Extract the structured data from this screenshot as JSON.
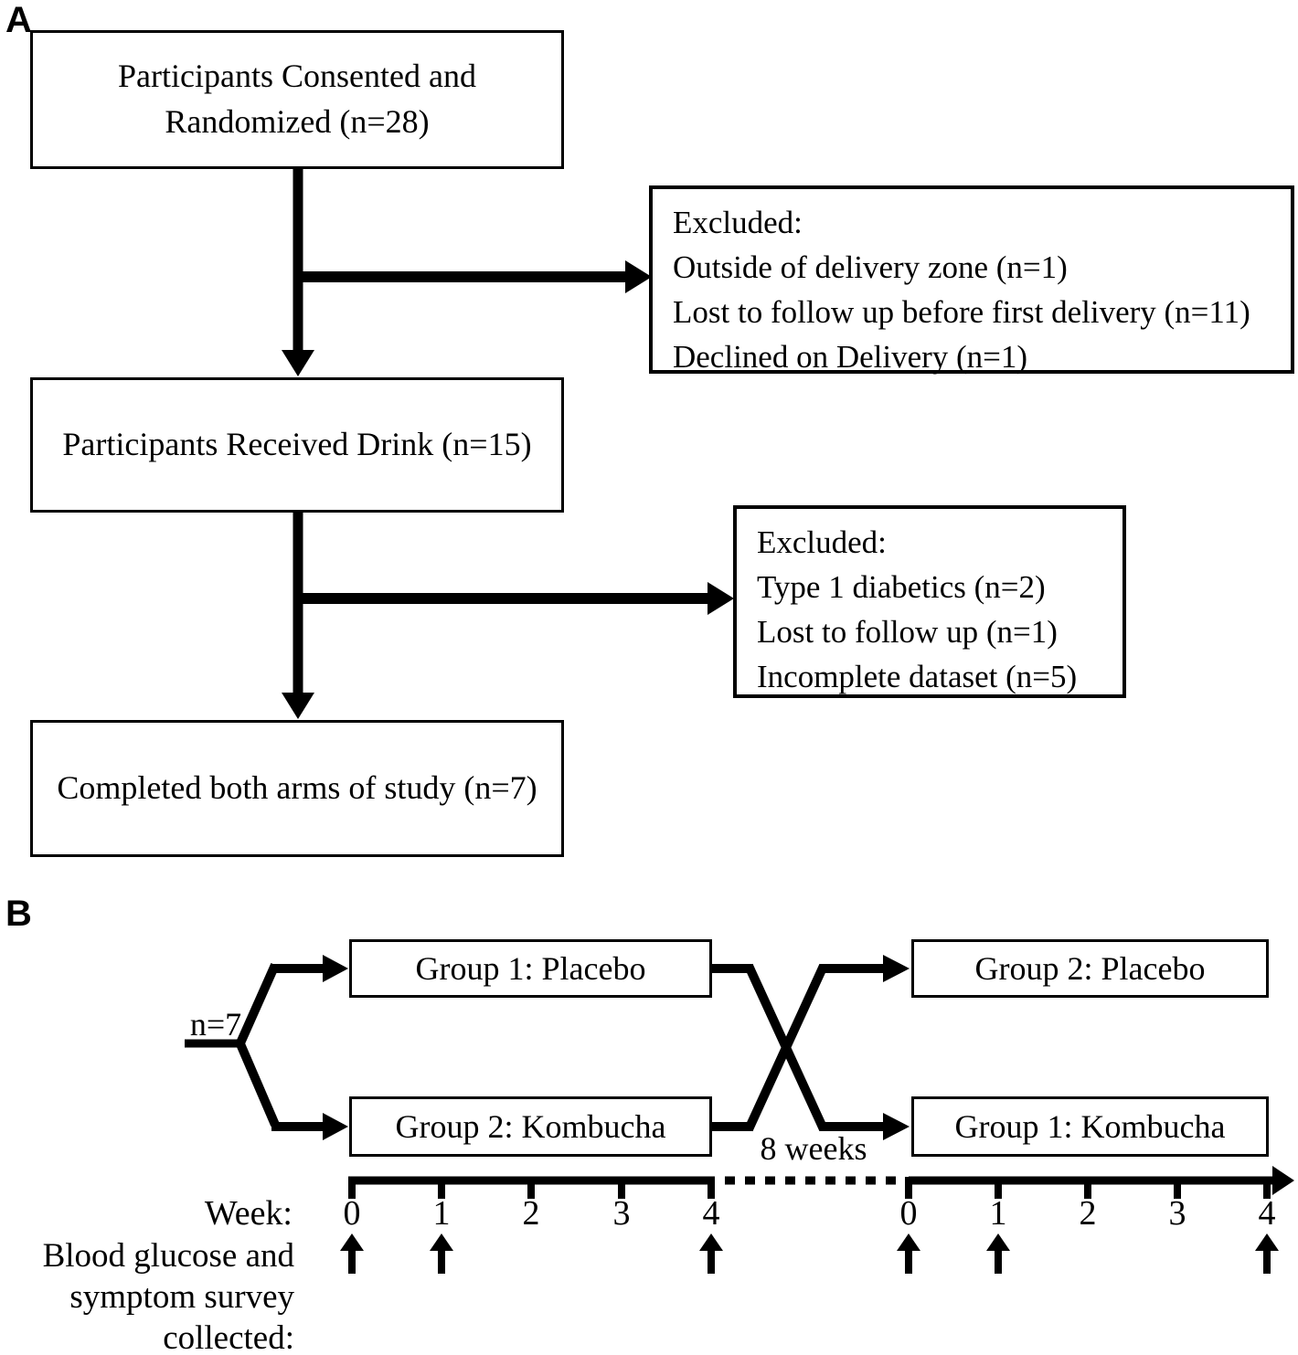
{
  "colors": {
    "ink": "#000000",
    "paper": "#ffffff"
  },
  "panel_a": {
    "label": "A",
    "box_consented": {
      "line1": "Participants Consented and",
      "line2": "Randomized (n=28)"
    },
    "exclusion1": {
      "title": "Excluded:",
      "items": [
        "Outside of delivery zone (n=1)",
        "Lost to follow up before first delivery (n=11)",
        "Declined on Delivery (n=1)"
      ]
    },
    "box_received": {
      "line1": "Participants Received Drink (n=15)"
    },
    "exclusion2": {
      "title": "Excluded:",
      "items": [
        "Type 1 diabetics (n=2)",
        "Lost to follow up (n=1)",
        "Incomplete dataset (n=5)"
      ]
    },
    "box_completed": {
      "line1": "Completed both arms of study (n=7)"
    }
  },
  "panel_b": {
    "label": "B",
    "sample_size_label": "n=7",
    "period1": {
      "top_box": "Group 1: Placebo",
      "bottom_box": "Group 2: Kombucha"
    },
    "period2": {
      "top_box": "Group 2: Placebo",
      "bottom_box": "Group 1: Kombucha"
    },
    "washout_label": "8 weeks",
    "timeline": {
      "axis_title": "Week:",
      "period1_ticks": [
        "0",
        "1",
        "2",
        "3",
        "4"
      ],
      "period2_ticks": [
        "0",
        "1",
        "2",
        "3",
        "4"
      ],
      "collection_caption": {
        "line1": "Blood glucose and",
        "line2": "symptom survey",
        "line3": "collected:"
      },
      "collection_arrow_weeks_period1": [
        "0",
        "1",
        "4"
      ],
      "collection_arrow_weeks_period2": [
        "0",
        "1",
        "4"
      ]
    }
  }
}
